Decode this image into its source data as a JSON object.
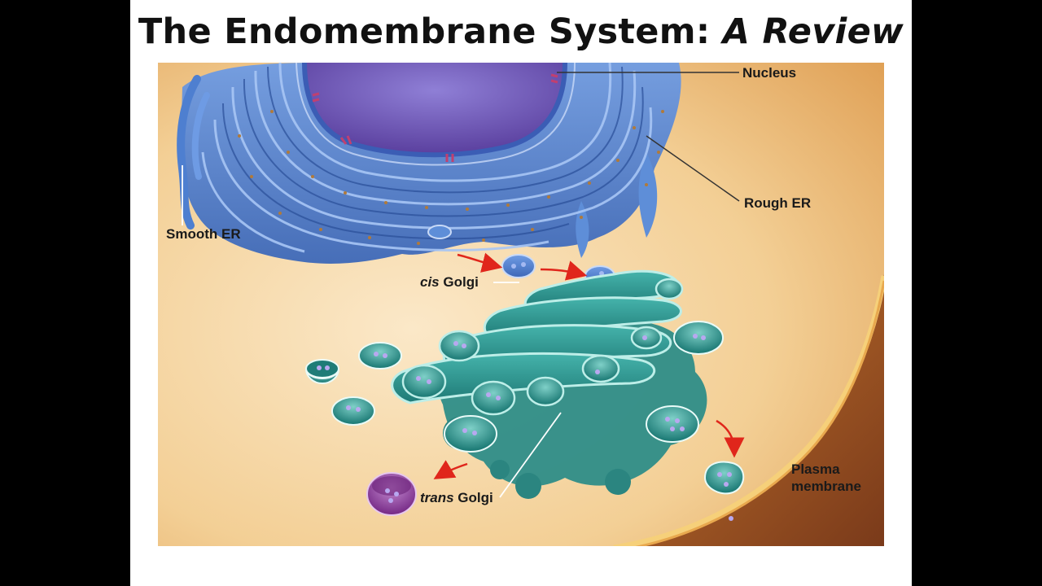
{
  "slide": {
    "title_main": "The Endomembrane System: ",
    "title_em": "A Review"
  },
  "labels": {
    "nucleus": "Nucleus",
    "rough_er": "Rough ER",
    "smooth_er": "Smooth ER",
    "cis_prefix": "cis",
    "cis_suffix": " Golgi",
    "trans_prefix": "trans",
    "trans_suffix": " Golgi",
    "plasma_line1": "Plasma",
    "plasma_line2": "membrane"
  },
  "colors": {
    "background_frame": "#000000",
    "slide": "#ffffff",
    "cytoplasm": "#f0c98e",
    "er": "#4a7fd0",
    "nucleus": "#7a5fb8",
    "golgi": "#2f9a94",
    "vesicle_purple": "#9a4fa8",
    "arrow": "#e0261b"
  }
}
